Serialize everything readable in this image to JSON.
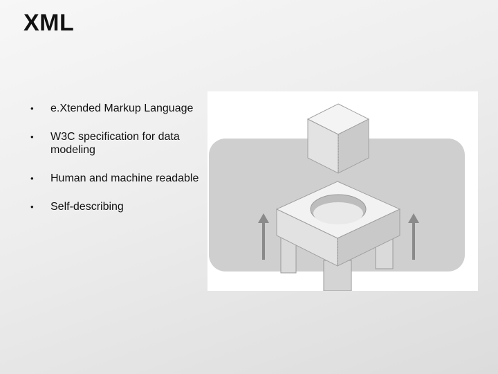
{
  "slide": {
    "title": "XML",
    "bullets": [
      {
        "marker": "•",
        "text": "e.Xtended Markup Language"
      },
      {
        "marker": "•",
        "text": "W3C specification for data modeling"
      },
      {
        "marker": "•",
        "text": "Human and machine readable"
      },
      {
        "marker": "•",
        "text": "Self-describing"
      }
    ],
    "illustration": {
      "icon": "cube-and-socket-icon"
    }
  },
  "colors": {
    "text": "#111111",
    "illustration_bg": "#ffffff",
    "panel": "#cfcfcf"
  }
}
